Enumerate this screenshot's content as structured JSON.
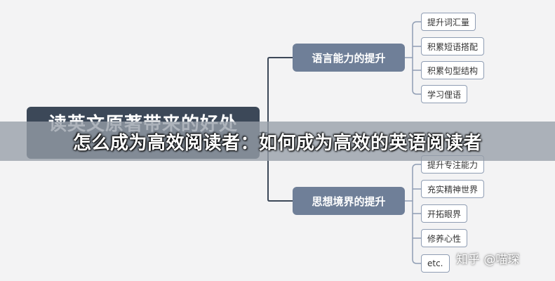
{
  "mindmap": {
    "root": {
      "label": "读英文原著带来的好处"
    },
    "branches": [
      {
        "label": "语言能力的提升",
        "leaves": [
          "提升词汇量",
          "积累短语搭配",
          "积累句型结构",
          "学习俚语"
        ]
      },
      {
        "label": "思想境界的提升",
        "leaves": [
          "提升专注能力",
          "充实精神世界",
          "开拓眼界",
          "修养心性",
          "etc."
        ]
      }
    ]
  },
  "banner": {
    "title": "怎么成为高效阅读者：如何成为高效的英语阅读者"
  },
  "watermark": {
    "text": "知乎 @喵琛"
  },
  "colors": {
    "background": "#f3f3f4",
    "root_fill": "#3c4858",
    "branch_fill": "#6f7f98",
    "leaf_border": "#8f9db3",
    "connector": "#3c4858"
  }
}
